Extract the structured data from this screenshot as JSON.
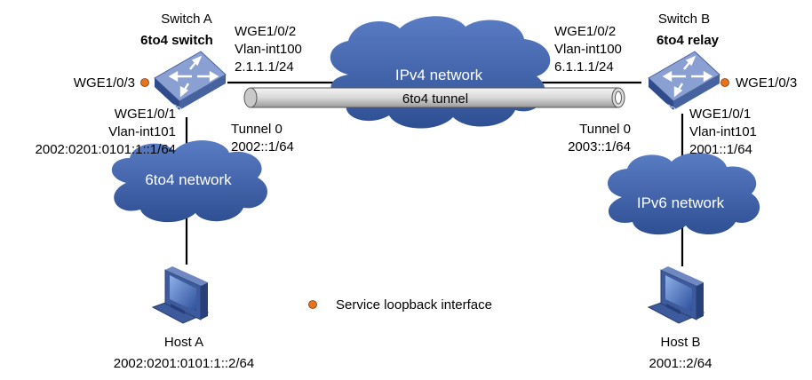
{
  "switch_a": {
    "name": "Switch A",
    "role": "6to4 switch",
    "device_label": "SWITCH",
    "port_top": "WGE1/0/2",
    "vlan_top": "Vlan-int100",
    "ip_top": "2.1.1.1/24",
    "port_left": "WGE1/0/3",
    "port_bottom": "WGE1/0/1",
    "vlan_bottom": "Vlan-int101",
    "ip_bottom": "2002:0201:0101:1::1/64",
    "tunnel": "Tunnel 0",
    "tunnel_ip": "2002::1/64"
  },
  "switch_b": {
    "name": "Switch B",
    "role": "6to4 relay",
    "device_label": "SWITCH",
    "port_top": "WGE1/0/2",
    "vlan_top": "Vlan-int100",
    "ip_top": "6.1.1.1/24",
    "port_right": "WGE1/0/3",
    "port_bottom": "WGE1/0/1",
    "vlan_bottom": "Vlan-int101",
    "ip_bottom": "2001::1/64",
    "tunnel": "Tunnel 0",
    "tunnel_ip": "2003::1/64"
  },
  "clouds": {
    "ipv4": "IPv4 network",
    "tunnel": "6to4 tunnel",
    "sixto4": "6to4 network",
    "ipv6": "IPv6 network"
  },
  "host_a": {
    "name": "Host A",
    "ip": "2002:0201:0101:1::2/64"
  },
  "host_b": {
    "name": "Host B",
    "ip": "2001::2/64"
  },
  "legend": {
    "label": "Service loopback interface"
  },
  "colors": {
    "cloud": "#3f5fa3",
    "switch_top": "#7f95c8",
    "switch_side": "#3d5a9c",
    "loopback_dot": "#e8731c",
    "tunnel_fill": "#e2e2e2"
  }
}
